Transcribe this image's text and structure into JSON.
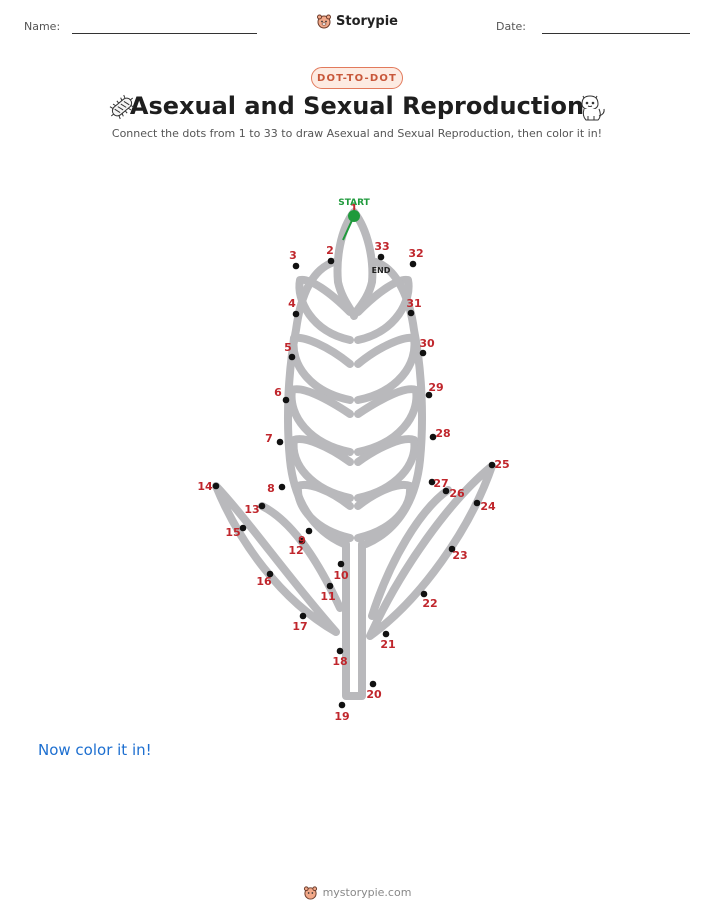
{
  "header": {
    "name_label": "Name:",
    "date_label": "Date:",
    "brand": "Storypie"
  },
  "worksheet": {
    "badge": "DOT-TO-DOT",
    "title": "Asexual and Sexual Reproduction",
    "subtitle": "Connect the dots from 1 to 33 to draw Asexual and Sexual Reproduction, then color it in!",
    "start_label": "START",
    "end_label": "END",
    "color_prompt": "Now color it in!",
    "left_icon": "bacterium-icon",
    "right_icon": "cat-icon"
  },
  "colors": {
    "dot": "#111111",
    "number": "#c0262c",
    "start": "#1f9a3c",
    "outline": "#b9b9bc",
    "badge_border": "#e27a5c",
    "prompt": "#1d6fd0"
  },
  "footer": {
    "site": "mystorypie.com"
  }
}
